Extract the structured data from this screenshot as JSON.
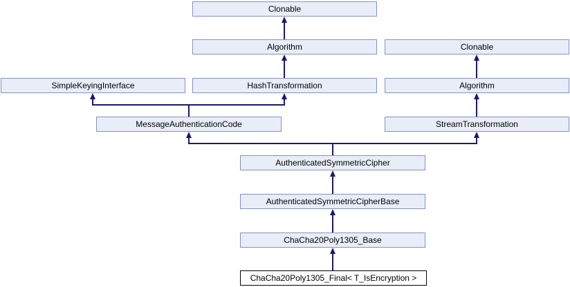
{
  "diagram": {
    "type": "class-inheritance-graph",
    "current_class": "ChaCha20Poly1305_Final< T_IsEncryption >",
    "colors": {
      "background": "#ffffff",
      "node_fill": "#e8edf7",
      "node_border": "#8392c4",
      "current_node_fill": "#ffffff",
      "current_node_border": "#000000",
      "edge": "#191970",
      "text": "#000000"
    },
    "nodes": {
      "clonable_top": {
        "label": "Clonable"
      },
      "algorithm_mid": {
        "label": "Algorithm"
      },
      "clonable_right": {
        "label": "Clonable"
      },
      "simple_keying_interface": {
        "label": "SimpleKeyingInterface"
      },
      "hash_transformation": {
        "label": "HashTransformation"
      },
      "algorithm_right": {
        "label": "Algorithm"
      },
      "message_authentication_code": {
        "label": "MessageAuthenticationCode"
      },
      "stream_transformation": {
        "label": "StreamTransformation"
      },
      "authenticated_symmetric_cipher": {
        "label": "AuthenticatedSymmetricCipher"
      },
      "authenticated_symmetric_cipher_base": {
        "label": "AuthenticatedSymmetricCipherBase"
      },
      "chacha20poly1305_base": {
        "label": "ChaCha20Poly1305_Base"
      },
      "chacha20poly1305_final": {
        "label": "ChaCha20Poly1305_Final< T_IsEncryption >"
      }
    },
    "edges": [
      {
        "from": "algorithm_mid",
        "to": "clonable_top"
      },
      {
        "from": "hash_transformation",
        "to": "algorithm_mid"
      },
      {
        "from": "algorithm_right",
        "to": "clonable_right"
      },
      {
        "from": "stream_transformation",
        "to": "algorithm_right"
      },
      {
        "from": "message_authentication_code",
        "to": "simple_keying_interface"
      },
      {
        "from": "message_authentication_code",
        "to": "hash_transformation"
      },
      {
        "from": "authenticated_symmetric_cipher",
        "to": "message_authentication_code"
      },
      {
        "from": "authenticated_symmetric_cipher",
        "to": "stream_transformation"
      },
      {
        "from": "authenticated_symmetric_cipher_base",
        "to": "authenticated_symmetric_cipher"
      },
      {
        "from": "chacha20poly1305_base",
        "to": "authenticated_symmetric_cipher_base"
      },
      {
        "from": "chacha20poly1305_final",
        "to": "chacha20poly1305_base"
      }
    ]
  }
}
